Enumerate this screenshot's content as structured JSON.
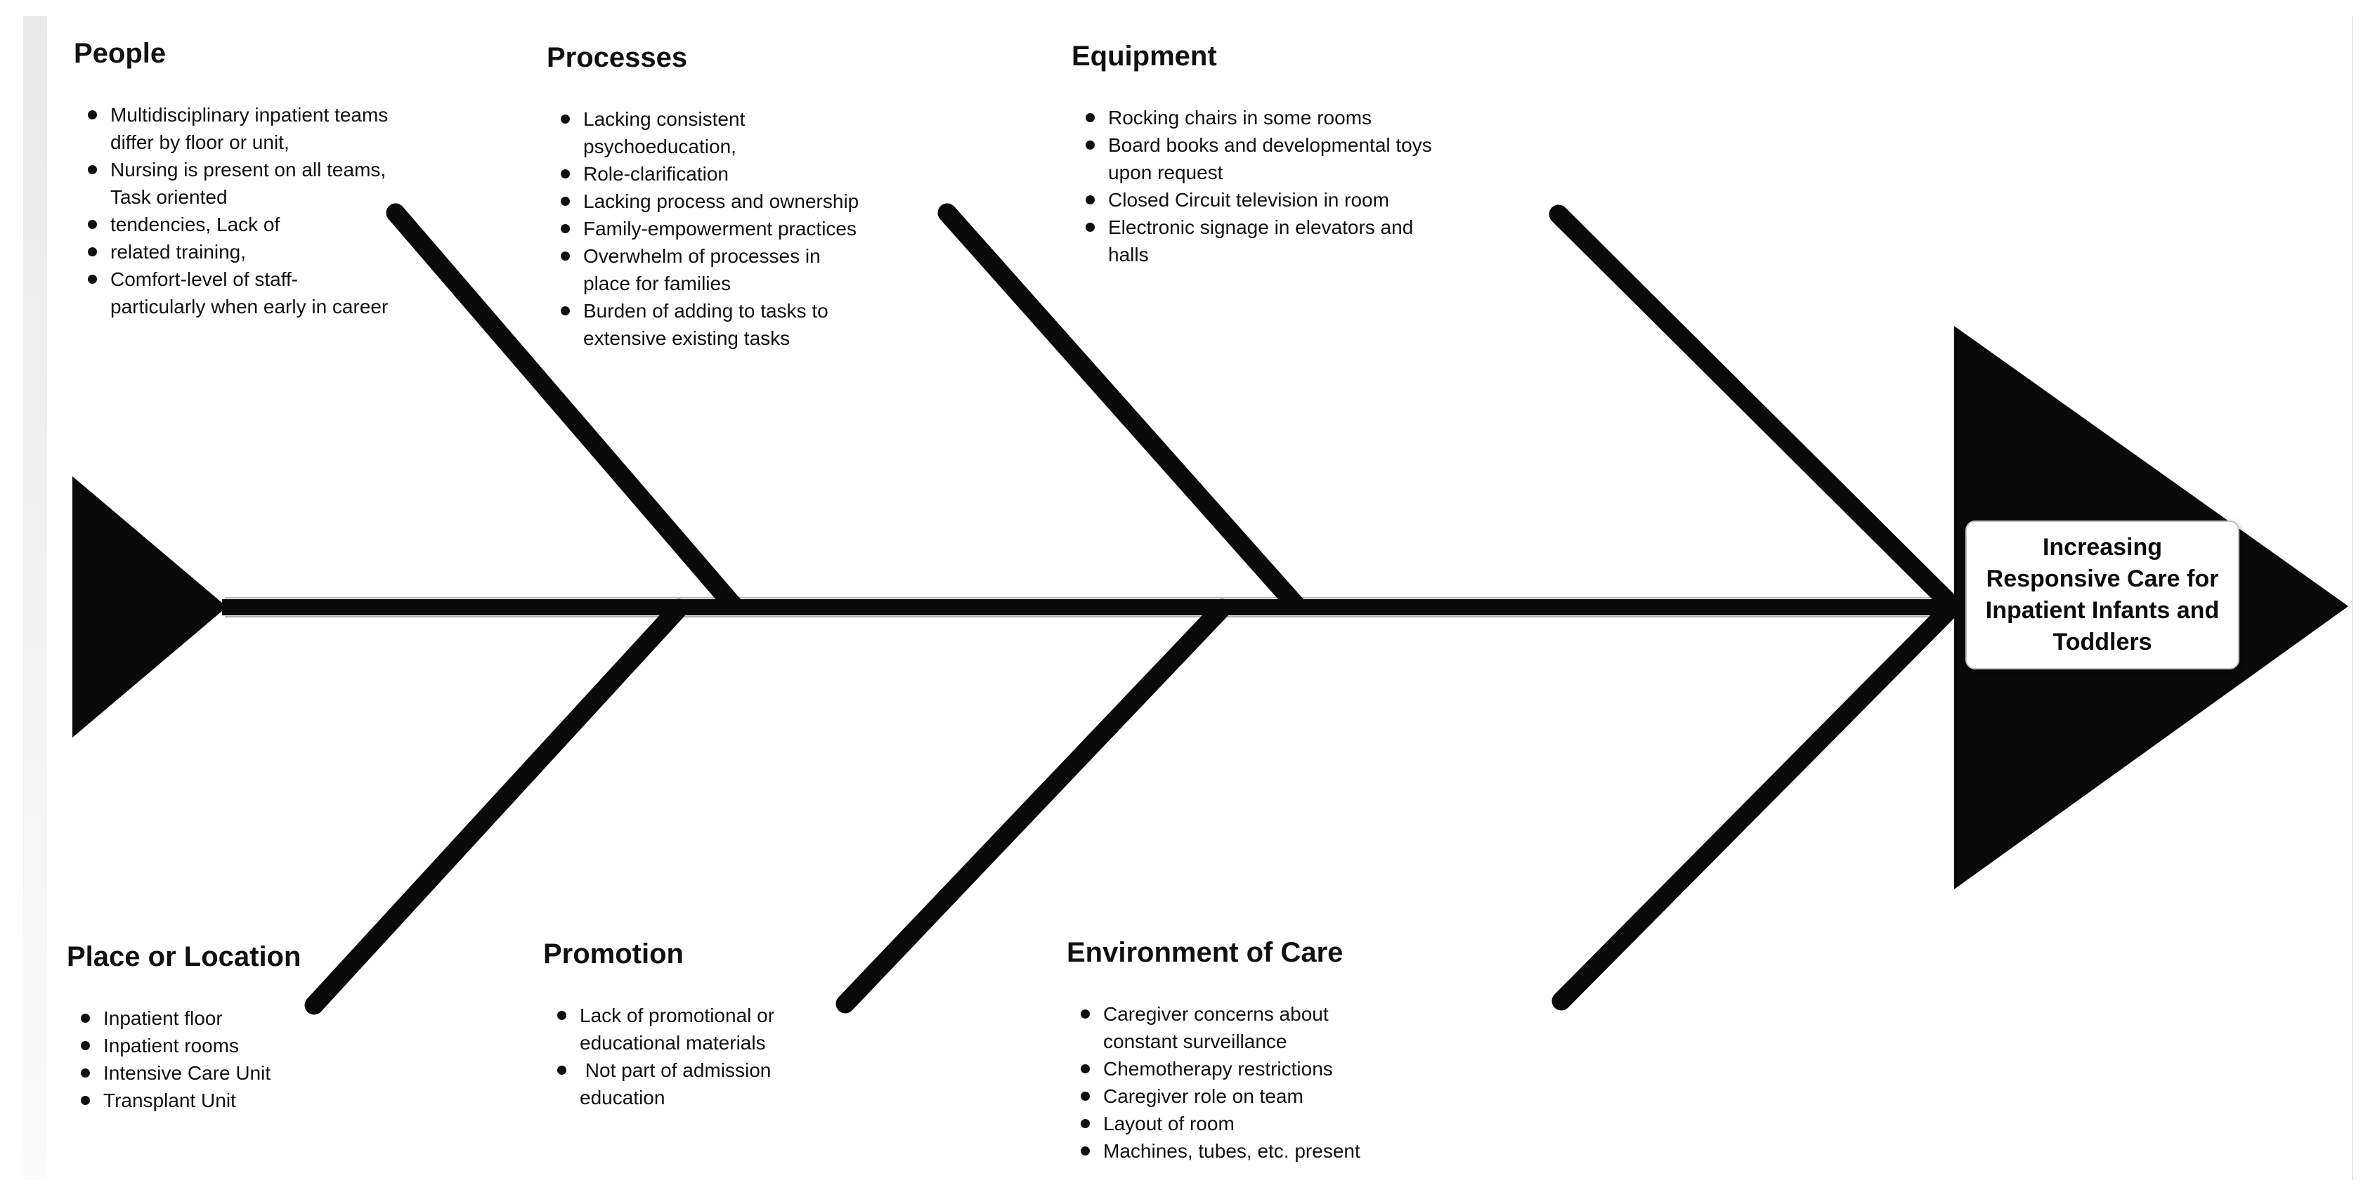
{
  "canvas": {
    "background": "#ffffff",
    "ink_color": "#0a0a0a",
    "text_color": "#111111",
    "left_strip_top_color": "#e9e9e9",
    "left_strip_bottom_color": "#fbfbfb",
    "edge_line_color": "#e6e6e6",
    "head_box_background": "#ffffff",
    "head_box_border_color": "#c4c4c4"
  },
  "diagram": {
    "type": "fishbone",
    "head": {
      "label": "Increasing Responsive Care for Inpatient Infants and Toddlers"
    },
    "sections": [
      {
        "id": "people",
        "position": "top",
        "title": "People",
        "items": [
          "Multidisciplinary inpatient teams differ by floor or unit,",
          "Nursing is present on all teams, Task oriented",
          "tendencies, Lack of",
          "related training,",
          "Comfort-level of staff- particularly when early in career"
        ]
      },
      {
        "id": "processes",
        "position": "top",
        "title": "Processes",
        "items": [
          "Lacking consistent psychoeducation,",
          "Role-clarification",
          "Lacking process and ownership",
          "Family-empowerment practices",
          "Overwhelm of processes in place for families",
          "Burden of adding to tasks to extensive existing tasks"
        ]
      },
      {
        "id": "equipment",
        "position": "top",
        "title": "Equipment",
        "items": [
          "Rocking chairs in some rooms",
          "Board books and developmental toys upon request",
          "Closed Circuit television in room",
          "Electronic signage in elevators and halls"
        ]
      },
      {
        "id": "place-or-location",
        "position": "bottom",
        "title": "Place or Location",
        "items": [
          "Inpatient floor",
          "Inpatient rooms",
          "Intensive Care Unit",
          "Transplant Unit"
        ]
      },
      {
        "id": "promotion",
        "position": "bottom",
        "title": "Promotion",
        "items": [
          "Lack of promotional or educational materials",
          " Not part of admission education"
        ]
      },
      {
        "id": "environment-of-care",
        "position": "bottom",
        "title": "Environment of Care",
        "items": [
          "Caregiver concerns about constant surveillance",
          "Chemotherapy restrictions",
          "Caregiver role on team",
          "Layout of room",
          "Machines, tubes, etc. present"
        ]
      }
    ]
  }
}
